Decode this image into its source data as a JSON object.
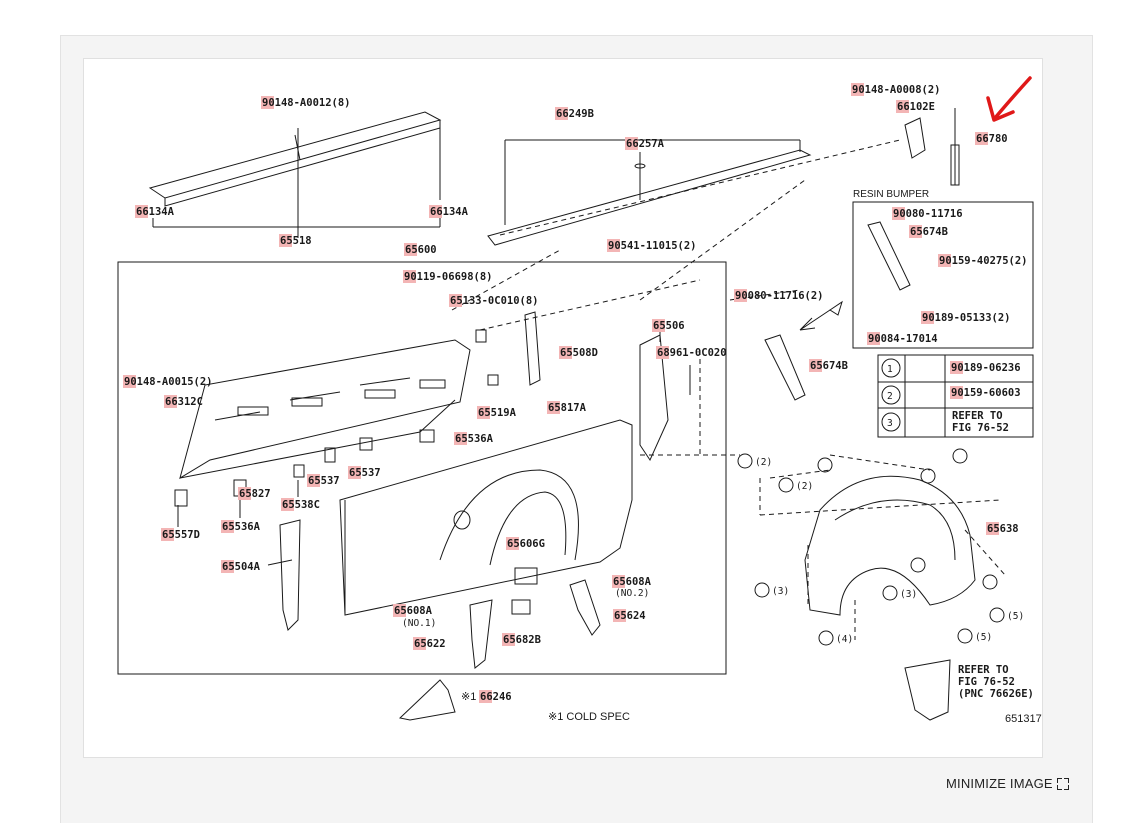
{
  "controls": {
    "minimize_label": "MINIMIZE IMAGE"
  },
  "colors": {
    "label_highlight": "#f3b5b5",
    "accent_arrow": "#e01818",
    "line": "#1a1a1a"
  },
  "diagram": {
    "figure_number": "651317",
    "parts": [
      {
        "id": "p1",
        "text": "90148-A0012(8)"
      },
      {
        "id": "p2",
        "text": "66134A"
      },
      {
        "id": "p3",
        "text": "66134A"
      },
      {
        "id": "p4",
        "text": "65518"
      },
      {
        "id": "p5",
        "text": "66249B"
      },
      {
        "id": "p6",
        "text": "66257A"
      },
      {
        "id": "p7",
        "text": "90148-A0008(2)"
      },
      {
        "id": "p8",
        "text": "66102E"
      },
      {
        "id": "p9",
        "text": "66780"
      },
      {
        "id": "p10",
        "text": "65600"
      },
      {
        "id": "p11",
        "text": "90541-11015(2)"
      },
      {
        "id": "p12",
        "text": "90119-06698(8)"
      },
      {
        "id": "p13",
        "text": "65133-0C010(8)"
      },
      {
        "id": "p14",
        "text": "90080-11716"
      },
      {
        "id": "p15",
        "text": "65674B"
      },
      {
        "id": "p16",
        "text": "90159-40275(2)"
      },
      {
        "id": "p17",
        "text": "90080-11716(2)"
      },
      {
        "id": "p18",
        "text": "90189-05133(2)"
      },
      {
        "id": "p19",
        "text": "90084-17014"
      },
      {
        "id": "p20",
        "text": "65506"
      },
      {
        "id": "p21",
        "text": "65508D"
      },
      {
        "id": "p22",
        "text": "68961-0C020"
      },
      {
        "id": "p23",
        "text": "65674B"
      },
      {
        "id": "p24",
        "text": "90148-A0015(2)"
      },
      {
        "id": "p25",
        "text": "66312C"
      },
      {
        "id": "p26",
        "text": "65519A"
      },
      {
        "id": "p27",
        "text": "65817A"
      },
      {
        "id": "p28",
        "text": "65536A"
      },
      {
        "id": "p29",
        "text": "90189-06236"
      },
      {
        "id": "p30",
        "text": "90159-60603"
      },
      {
        "id": "p31",
        "text": "65537"
      },
      {
        "id": "p32",
        "text": "65537"
      },
      {
        "id": "p33",
        "text": "65827"
      },
      {
        "id": "p34",
        "text": "65538C"
      },
      {
        "id": "p35",
        "text": "65557D"
      },
      {
        "id": "p36",
        "text": "65536A"
      },
      {
        "id": "p37",
        "text": "65504A"
      },
      {
        "id": "p38",
        "text": "65606G"
      },
      {
        "id": "p39",
        "text": "65608A"
      },
      {
        "id": "p40",
        "text": "65608A"
      },
      {
        "id": "p41",
        "text": "65624"
      },
      {
        "id": "p42",
        "text": "65682B"
      },
      {
        "id": "p43",
        "text": "65622"
      },
      {
        "id": "p44",
        "text": "65638"
      },
      {
        "id": "p45",
        "text": "66246"
      }
    ],
    "notes": {
      "resin_bumper": "RESIN BUMPER",
      "refer_fig_a": "REFER TO",
      "refer_fig_b": "FIG 76-52",
      "refer_pnc_a": "REFER TO",
      "refer_pnc_b": "FIG 76-52",
      "refer_pnc_c": "(PNC 76626E)",
      "cold_spec": "※1 COLD SPEC",
      "cold_mark": "※1",
      "no1": "(NO.1)",
      "no2": "(NO.2)"
    },
    "callouts": {
      "c1": "(2)",
      "c2": "(2)",
      "c3": "(3)",
      "c4": "(3)",
      "c5": "(4)",
      "c6": "(5)",
      "c7": "(5)",
      "legend1": "1",
      "legend2": "2",
      "legend3": "3"
    }
  }
}
